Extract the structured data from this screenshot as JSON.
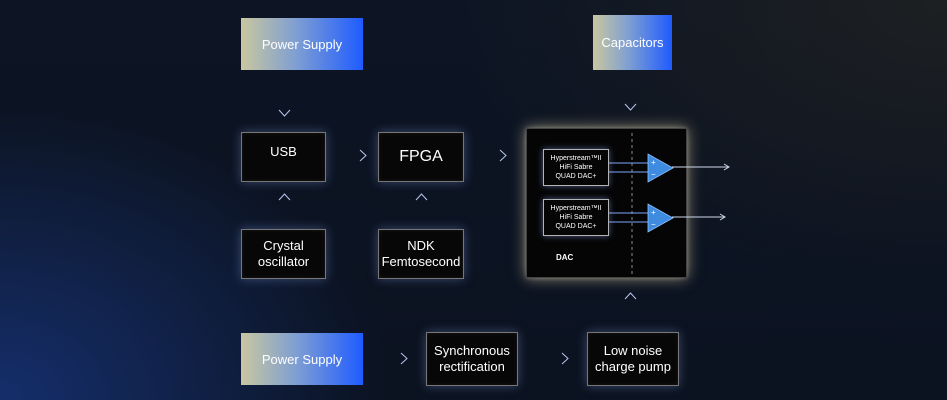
{
  "blocks": {
    "power_supply_top": "Power Supply",
    "capacitors": "Capacitors",
    "usb": "USB",
    "fpga": "FPGA",
    "crystal_oscillator": "Crystal\noscillator",
    "ndk_femtosecond": "NDK\nFemtosecond",
    "power_supply_bottom": "Power Supply",
    "synchronous_rectification": "Synchronous\nrectification",
    "low_noise_charge_pump": "Low noise\ncharge pump"
  },
  "dac": {
    "label": "DAC",
    "chip_1": "Hyperstream™II\nHiFi Sabre\nQUAD DAC+",
    "chip_2": "Hyperstream™II\nHiFi Sabre\nQUAD DAC+",
    "amp_plus": "+",
    "amp_minus": "−"
  },
  "colors": {
    "gradient_start": "#c9c79f",
    "gradient_end": "#1f5bff",
    "arrow": "#9fb4e0",
    "amplifier": "#3f8be0"
  }
}
